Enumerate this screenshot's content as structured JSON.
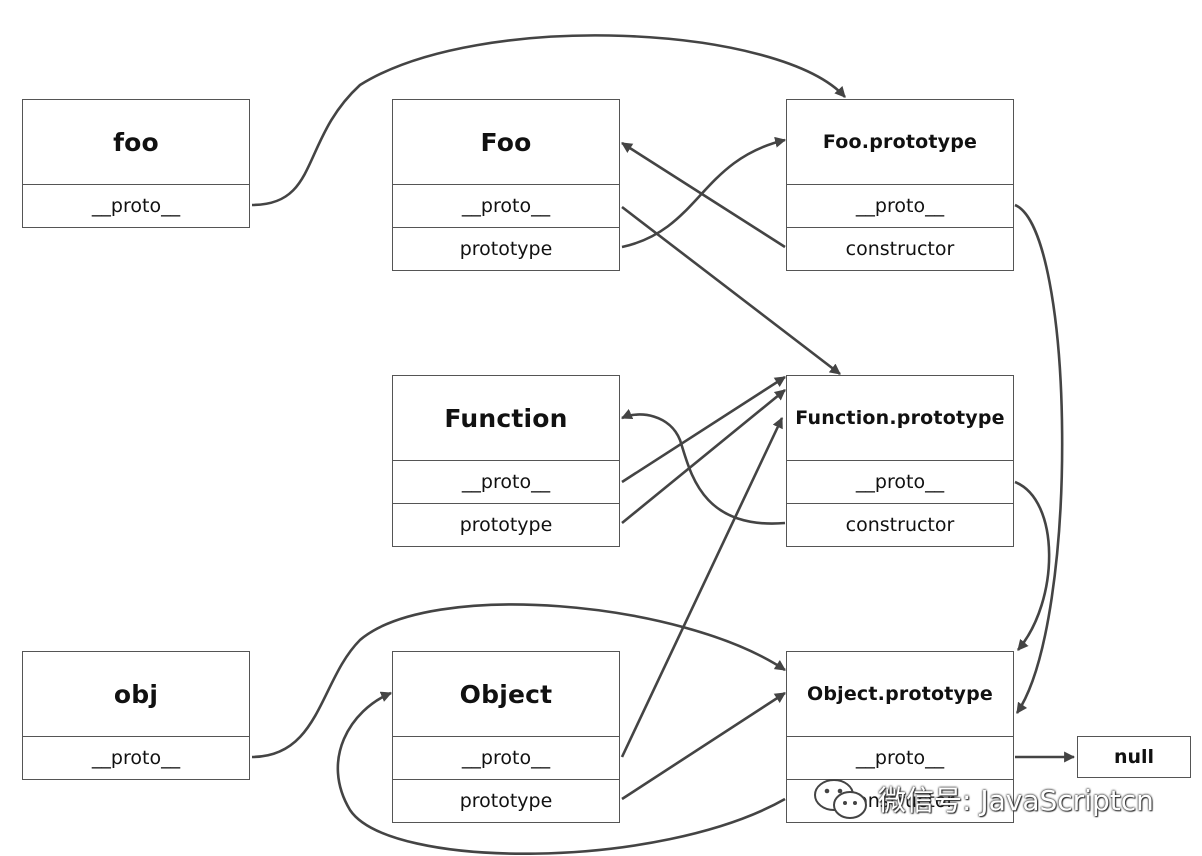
{
  "headline": "",
  "boxes": {
    "foo": {
      "title": "foo",
      "rows": [
        "__proto__"
      ]
    },
    "Foo": {
      "title": "Foo",
      "rows": [
        "__proto__",
        "prototype"
      ]
    },
    "Foo_prototype": {
      "title": "Foo.prototype",
      "rows": [
        "__proto__",
        "constructor"
      ]
    },
    "Function": {
      "title": "Function",
      "rows": [
        "__proto__",
        "prototype"
      ]
    },
    "Function_prototype": {
      "title": "Function.prototype",
      "rows": [
        "__proto__",
        "constructor"
      ]
    },
    "obj": {
      "title": "obj",
      "rows": [
        "__proto__"
      ]
    },
    "Object": {
      "title": "Object",
      "rows": [
        "__proto__",
        "prototype"
      ]
    },
    "Object_prototype": {
      "title": "Object.prototype",
      "rows": [
        "__proto__",
        "constructor"
      ]
    }
  },
  "null_box": "null",
  "watermark": "微信号: JavaScriptcn",
  "colors": {
    "line": "#444444",
    "border": "#555555",
    "text": "#111111"
  }
}
